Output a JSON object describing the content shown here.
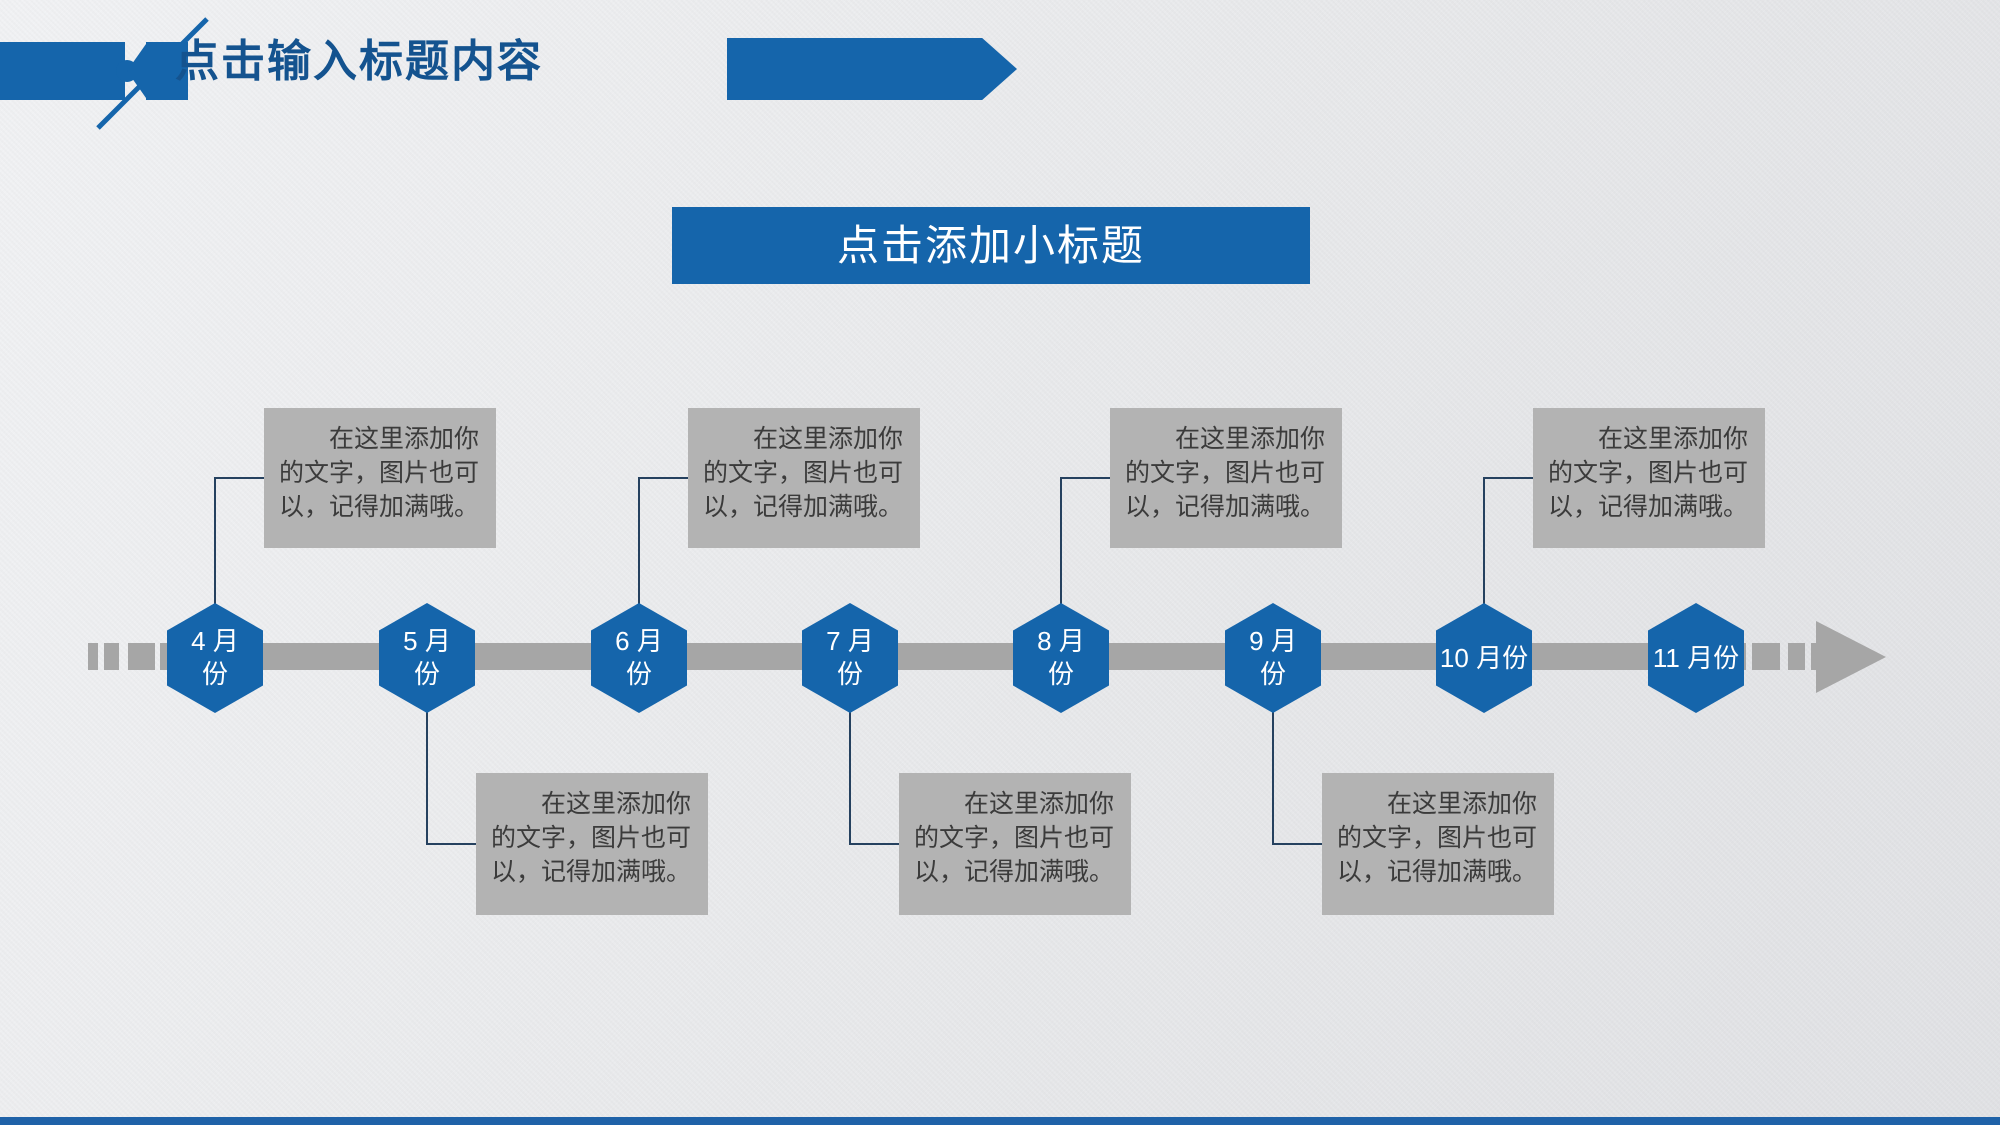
{
  "header": {
    "title": "点击输入标题内容",
    "accent_color": "#1565ab",
    "title_color": "#14538f"
  },
  "subtitle": {
    "text": "点击添加小标题",
    "bg_color": "#1565ab",
    "text_color": "#ffffff"
  },
  "timeline": {
    "bar_color": "#a6a6a6",
    "node_color": "#1565ab",
    "connector_color": "#25415f",
    "callout_bg_color": "#b3b3b3",
    "callout_text_color": "#3b3b3b",
    "months": [
      {
        "line1": "4 月",
        "line2": "份"
      },
      {
        "line1": "5 月",
        "line2": "份"
      },
      {
        "line1": "6 月",
        "line2": "份"
      },
      {
        "line1": "7 月",
        "line2": "份"
      },
      {
        "line1": "8 月",
        "line2": "份"
      },
      {
        "line1": "9 月",
        "line2": "份"
      },
      {
        "line1": "10 月份",
        "line2": ""
      },
      {
        "line1": "11 月份",
        "line2": ""
      }
    ],
    "callouts": [
      {
        "month": "4 月份",
        "position": "above",
        "text": "在这里添加你的文字，图片也可以，记得加满哦。"
      },
      {
        "month": "5 月份",
        "position": "below",
        "text": "在这里添加你的文字，图片也可以，记得加满哦。"
      },
      {
        "month": "6 月份",
        "position": "above",
        "text": "在这里添加你的文字，图片也可以，记得加满哦。"
      },
      {
        "month": "7 月份",
        "position": "below",
        "text": "在这里添加你的文字，图片也可以，记得加满哦。"
      },
      {
        "month": "8 月份",
        "position": "above",
        "text": "在这里添加你的文字，图片也可以，记得加满哦。"
      },
      {
        "month": "9 月份",
        "position": "below",
        "text": "在这里添加你的文字，图片也可以，记得加满哦。"
      },
      {
        "month": "10 月份",
        "position": "above",
        "text": "在这里添加你的文字，图片也可以，记得加满哦。"
      }
    ]
  },
  "footer": {
    "bar_color": "#1f62a8"
  }
}
